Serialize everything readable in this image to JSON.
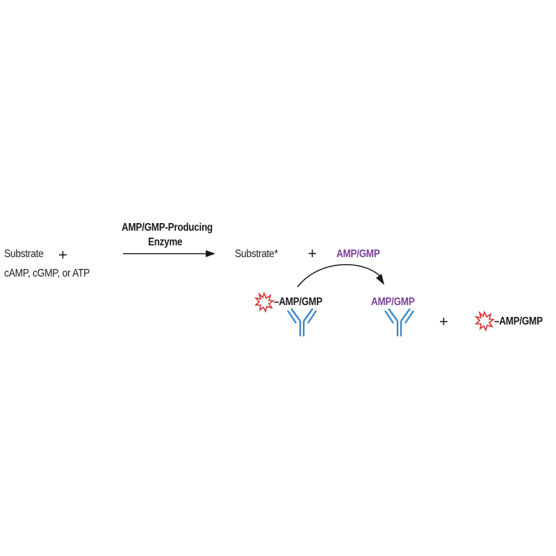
{
  "reactants": {
    "line1": "Substrate",
    "plus": "+",
    "line2": "cAMP, cGMP, or ATP"
  },
  "enzyme": {
    "line1": "AMP/GMP-Producing",
    "line2": "Enzyme"
  },
  "products": {
    "substrate": "Substrate*",
    "plus": "+",
    "nucleotide": "AMP/GMP"
  },
  "detection": {
    "tracer_bound_label": "–AMP/GMP",
    "displaced_label": "AMP/GMP",
    "plus": "+",
    "tracer_free_label": "–AMP/GMP"
  },
  "colors": {
    "text": "#1a1a1a",
    "nucleotide": "#7b3f98",
    "antibody": "#3a87c8",
    "tracer": "#d42a2a"
  },
  "icons": {
    "tracer": "starburst-tracer-icon",
    "antibody": "antibody-icon",
    "reaction_arrow": "right-arrow-icon",
    "displacement_arrow": "curved-arrow-icon"
  }
}
